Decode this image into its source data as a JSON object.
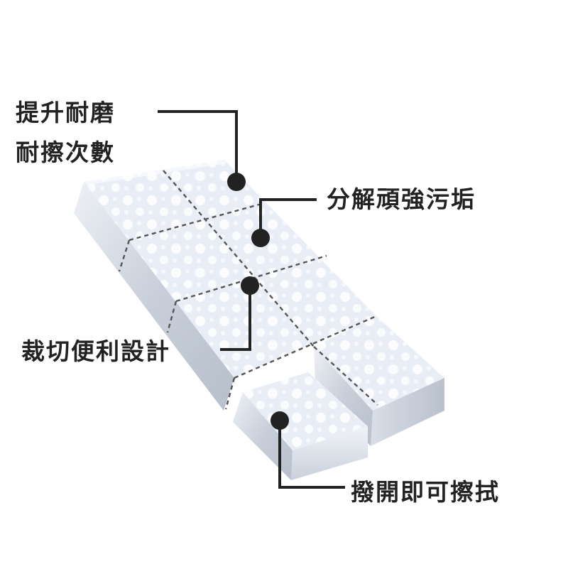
{
  "callouts": {
    "wear": {
      "line1": "提升耐磨",
      "line2": "耐擦次數"
    },
    "stain": {
      "text": "分解頑強污垢"
    },
    "cut": {
      "text": "裁切便利設計"
    },
    "tear": {
      "text": "撥開即可擦拭"
    }
  },
  "colors": {
    "foam_top": "#e9eef7",
    "foam_side": "#c9d0dc",
    "foam_front": "#dfe4ec",
    "dash_line": "#555555",
    "leader_line": "#222222",
    "text": "#222222"
  }
}
